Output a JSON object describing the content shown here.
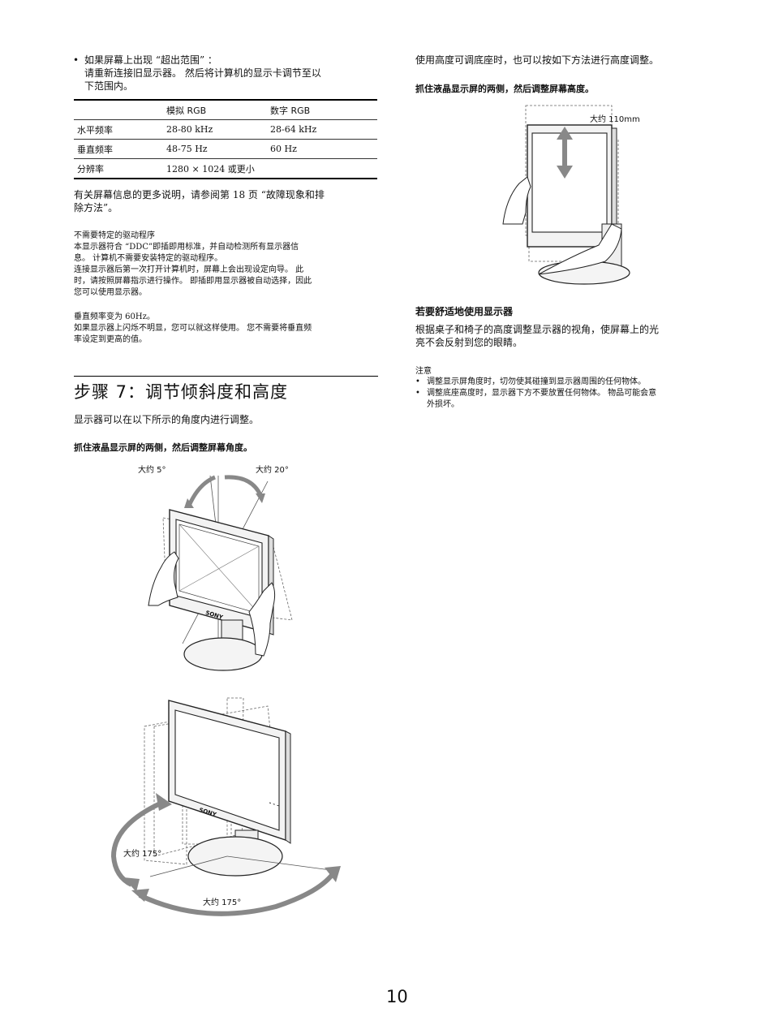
{
  "left": {
    "bullet_out_of_range": {
      "line1": "如果屏幕上出现 “超出范围” ：",
      "line2": "请重新连接旧显示器。 然后将计算机的显示卡调节至以",
      "line3": "下范围内。"
    },
    "table": {
      "headers": [
        "",
        "模拟 RGB",
        "数字 RGB"
      ],
      "rows": [
        [
          "水平频率",
          "28-80 kHz",
          "28-64 kHz"
        ],
        [
          "垂直频率",
          "48-75 Hz",
          "60 Hz"
        ],
        [
          "分辨率",
          "1280 × 1024 或更小",
          ""
        ]
      ]
    },
    "more_info": {
      "line1": "有关屏幕信息的更多说明，请参阅第 18 页 “故障现象和排",
      "line2": "除方法”。"
    },
    "no_driver": {
      "heading": "不需要特定的驱动程序",
      "p1_l1": "本显示器符合 “DDC”即插即用标准，并自动检测所有显示器信",
      "p1_l2": "息。 计算机不需要安装特定的驱动程序。",
      "p1_l3": "连接显示器后第一次打开计算机时，屏幕上会出现设定向导。 此",
      "p1_l4": "时，请按照屏幕指示进行操作。 即插即用显示器被自动选择，因此",
      "p1_l5": "您可以使用显示器。",
      "p2_l1": "垂直频率变为 60Hz。",
      "p2_l2": "如果显示器上闪烁不明显，您可以就这样使用。 您不需要将垂直频",
      "p2_l3": "率设定到更高的值。"
    },
    "step7": {
      "title": "步骤 7：调节倾斜度和高度",
      "intro": "显示器可以在以下所示的角度内进行调整。",
      "instruction": "抓住液晶显示屏的两侧，然后调整屏幕角度。",
      "label_tilt_back": "大约 5°",
      "label_tilt_forward": "大约 20°",
      "label_swivel_left": "大约 175°",
      "label_swivel_bottom": "大约 175°",
      "brand": "SONY"
    }
  },
  "right": {
    "height_intro": "使用高度可调底座时，也可以按如下方法进行高度调整。",
    "height_instruction": "抓住液晶显示屏的两侧，然后调整屏幕高度。",
    "height_label": "大约 110mm",
    "comfort": {
      "heading": "若要舒适地使用显示器",
      "line1": "根据桌子和椅子的高度调整显示器的视角，使屏幕上的光",
      "line2": "亮不会反射到您的眼睛。"
    },
    "notes": {
      "heading": "注意",
      "item1": "调整显示屏角度时，切勿使其碰撞到显示器周围的任何物体。",
      "item2_l1": "调整底座高度时，显示器下方不要放置任何物体。 物品可能会意",
      "item2_l2": "外损坏。"
    }
  },
  "page_number": "10"
}
